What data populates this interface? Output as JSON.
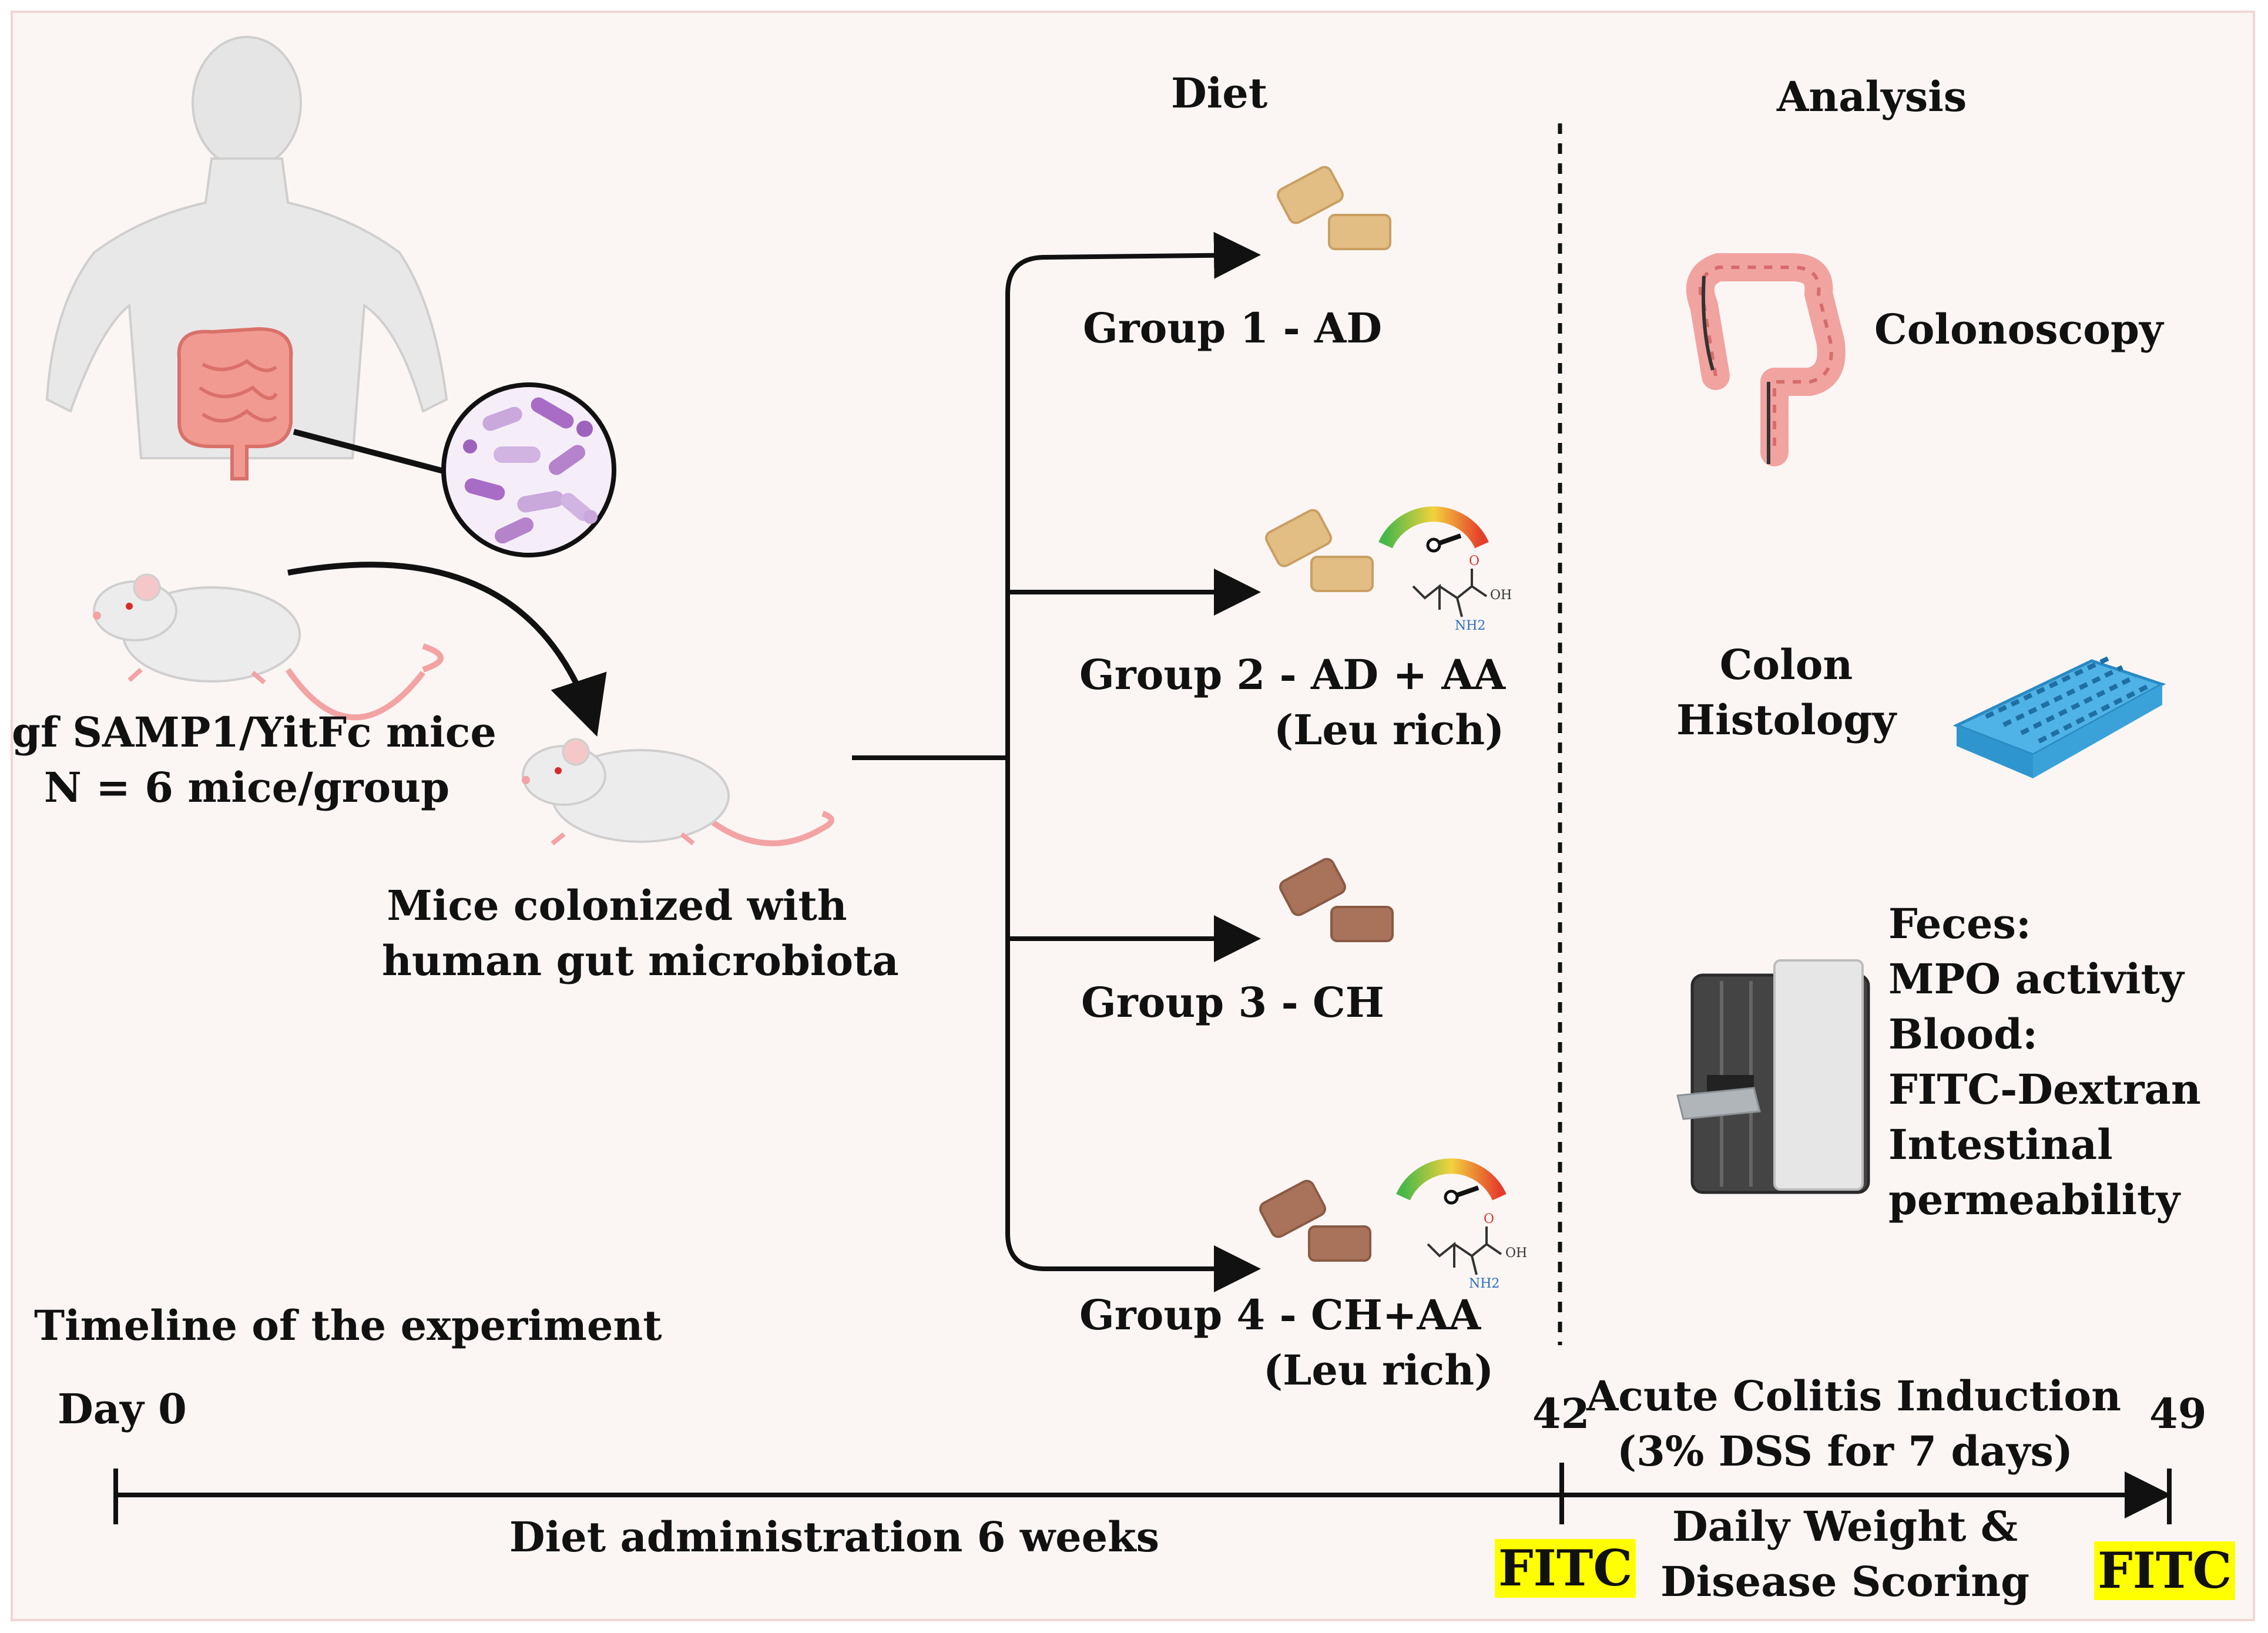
{
  "headers": {
    "diet": "Diet",
    "analysis": "Analysis"
  },
  "left": {
    "mice_line1": "gf SAMP1/YitFc mice",
    "mice_line2": "N = 6 mice/group",
    "colonized_line1": "Mice colonized with",
    "colonized_line2": "human gut microbiota"
  },
  "groups": [
    {
      "label": "Group 1 - AD",
      "sub": ""
    },
    {
      "label": "Group 2 - AD + AA",
      "sub": "(Leu rich)"
    },
    {
      "label": "Group 3 - CH",
      "sub": ""
    },
    {
      "label": "Group 4 - CH+AA",
      "sub": "(Leu rich)"
    }
  ],
  "analysis": {
    "colonoscopy": "Colonoscopy",
    "histology_line1": "Colon",
    "histology_line2": "Histology",
    "assay_lines": [
      "Feces:",
      "MPO activity",
      "Blood:",
      "FITC-Dextran",
      "Intestinal",
      "permeability"
    ]
  },
  "timeline": {
    "title": "Timeline of the experiment",
    "day0": "Day 0",
    "day42": "42",
    "day49": "49",
    "phase1": "Diet administration 6 weeks",
    "phase2_line1": "Acute Colitis Induction",
    "phase2_line2": "(3% DSS for 7 days)",
    "phase2_below_line1": "Daily Weight &",
    "phase2_below_line2": "Disease Scoring",
    "fitc_left": "FITC",
    "fitc_right": "FITC",
    "fitc_highlight": "#ffff00"
  },
  "molecule_labels": {
    "oh": "OH",
    "nh2": "NH2",
    "o": "O"
  },
  "colors": {
    "frame_bg": "#fbf6f4",
    "frame_border": "#f0d6d4",
    "pellet_light": "#e2be84",
    "pellet_dark": "#a8735a",
    "tray_blue": "#4fb3e8",
    "colon_pink": "#f1a3a0",
    "bacteria_purple": "#b583cc"
  }
}
